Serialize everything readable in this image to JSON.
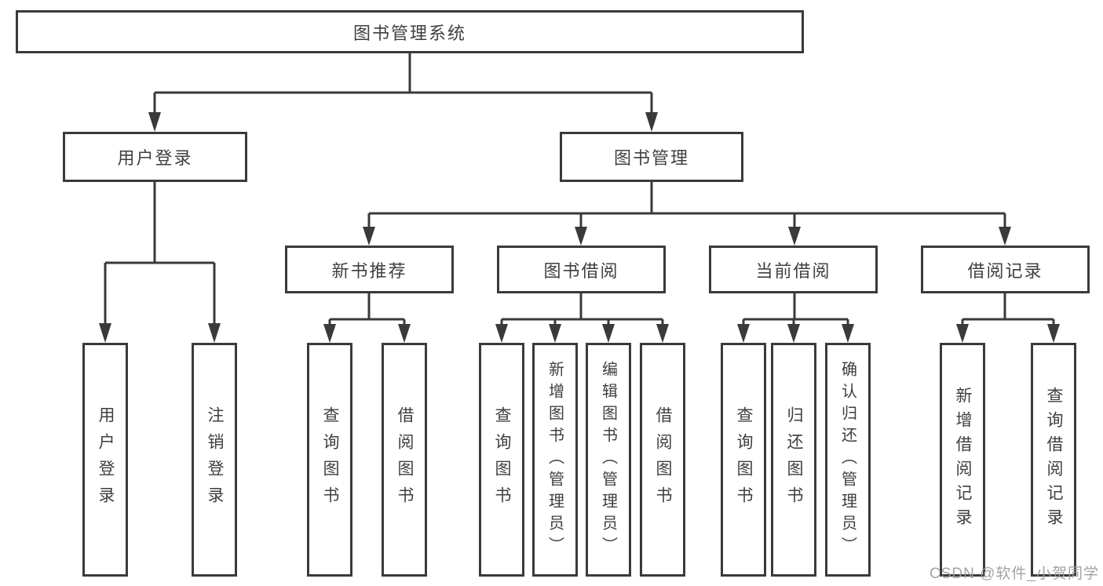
{
  "diagram": {
    "root": {
      "label": "图书管理系统"
    },
    "level2": {
      "user_login": {
        "label": "用户登录"
      },
      "book_mgmt": {
        "label": "图书管理"
      }
    },
    "level3": {
      "new_book_rec": {
        "label": "新书推荐"
      },
      "book_borrow": {
        "label": "图书借阅"
      },
      "current_borrow": {
        "label": "当前借阅"
      },
      "borrow_records": {
        "label": "借阅记录"
      }
    },
    "leaves": {
      "user_login": {
        "label": "用户登录"
      },
      "logout": {
        "label": "注销登录"
      },
      "rec_query_books": {
        "label": "查询图书"
      },
      "rec_borrow_books": {
        "label": "借阅图书"
      },
      "bb_query_books": {
        "label": "查询图书"
      },
      "bb_add_books": {
        "label": "新增图书（管理员）"
      },
      "bb_edit_books": {
        "label": "编辑图书（管理员）"
      },
      "bb_borrow_books": {
        "label": "借阅图书"
      },
      "cb_query_books": {
        "label": "查询图书"
      },
      "cb_return_books": {
        "label": "归还图书"
      },
      "cb_confirm_return": {
        "label": "确认归还（管理员）"
      },
      "br_add_record": {
        "label": "新增借阅记录"
      },
      "br_query_record": {
        "label": "查询借阅记录"
      }
    }
  },
  "watermark": {
    "text": "CSDN @软件_小贺同学"
  },
  "colors": {
    "line": "#3a3a3a",
    "text": "#3f3f3f",
    "background": "#ffffff",
    "watermark": "#9c9c9c"
  }
}
